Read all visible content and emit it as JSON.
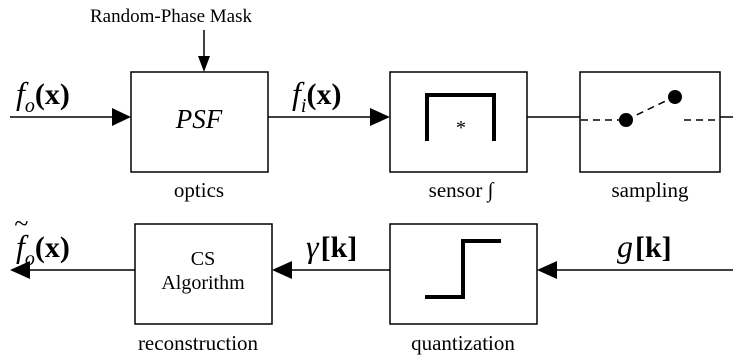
{
  "mask_label": "Random-Phase Mask",
  "signals": {
    "input": {
      "sym": "f",
      "sub": "o",
      "arg": "(x)"
    },
    "image": {
      "sym": "f",
      "sub": "i",
      "arg": "(x)"
    },
    "gamma": {
      "sym": "γ",
      "arg": "[k]"
    },
    "g": {
      "sym": "g",
      "arg": "[k]"
    },
    "output": {
      "tilde": "~",
      "sym": "f",
      "sub": "o",
      "arg": "(x)"
    }
  },
  "blocks": {
    "optics": {
      "inner": "PSF",
      "caption": "optics"
    },
    "sensor": {
      "inner": "*",
      "caption": "sensor ∫"
    },
    "sampling": {
      "caption": "sampling"
    },
    "quantization": {
      "caption": "quantization"
    },
    "reconstruction": {
      "line1": "CS",
      "line2": "Algorithm",
      "caption": "reconstruction"
    }
  }
}
